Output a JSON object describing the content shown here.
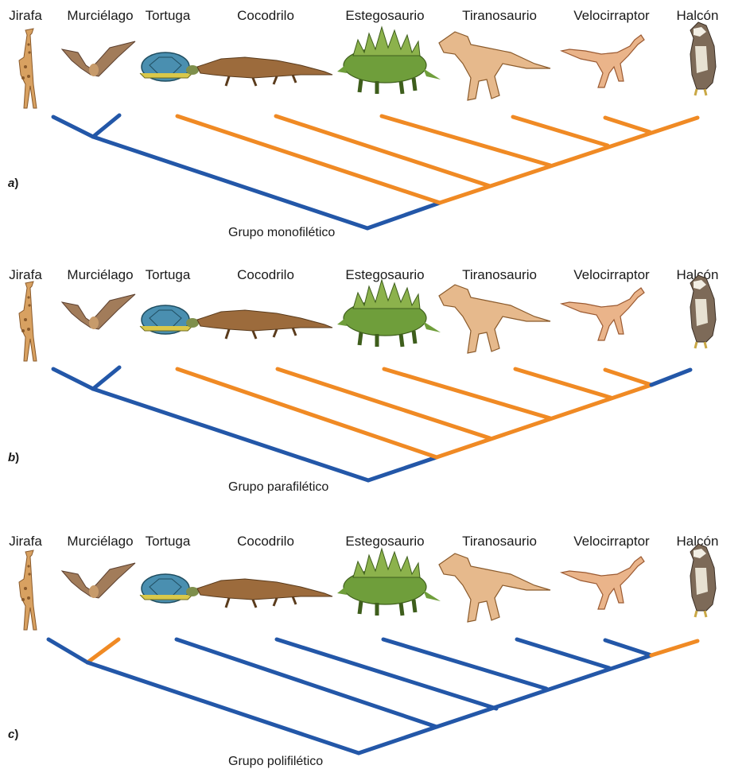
{
  "taxa": [
    "Jirafa",
    "Murciélago",
    "Tortuga",
    "Cocodrilo",
    "Estegosaurio",
    "Tiranosaurio",
    "Velocirraptor",
    "Halcón"
  ],
  "icons": [
    "giraffe-icon",
    "bat-icon",
    "turtle-icon",
    "crocodile-icon",
    "stegosaurus-icon",
    "tyrannosaurus-icon",
    "velociraptor-icon",
    "hawk-icon"
  ],
  "colors": {
    "group": "#f08a24",
    "other": "#2357a8"
  },
  "panels": [
    {
      "letter": "a",
      "italic_letter": "a",
      "paren": ")",
      "caption": "Grupo monofilético",
      "highlight": "monofilético"
    },
    {
      "letter": "b",
      "italic_letter": "b",
      "paren": ")",
      "caption": "Grupo parafilético",
      "highlight": "parafilético"
    },
    {
      "letter": "c",
      "italic_letter": "c",
      "paren": ")",
      "caption": "Grupo polifilético",
      "highlight": "polifilético"
    }
  ]
}
